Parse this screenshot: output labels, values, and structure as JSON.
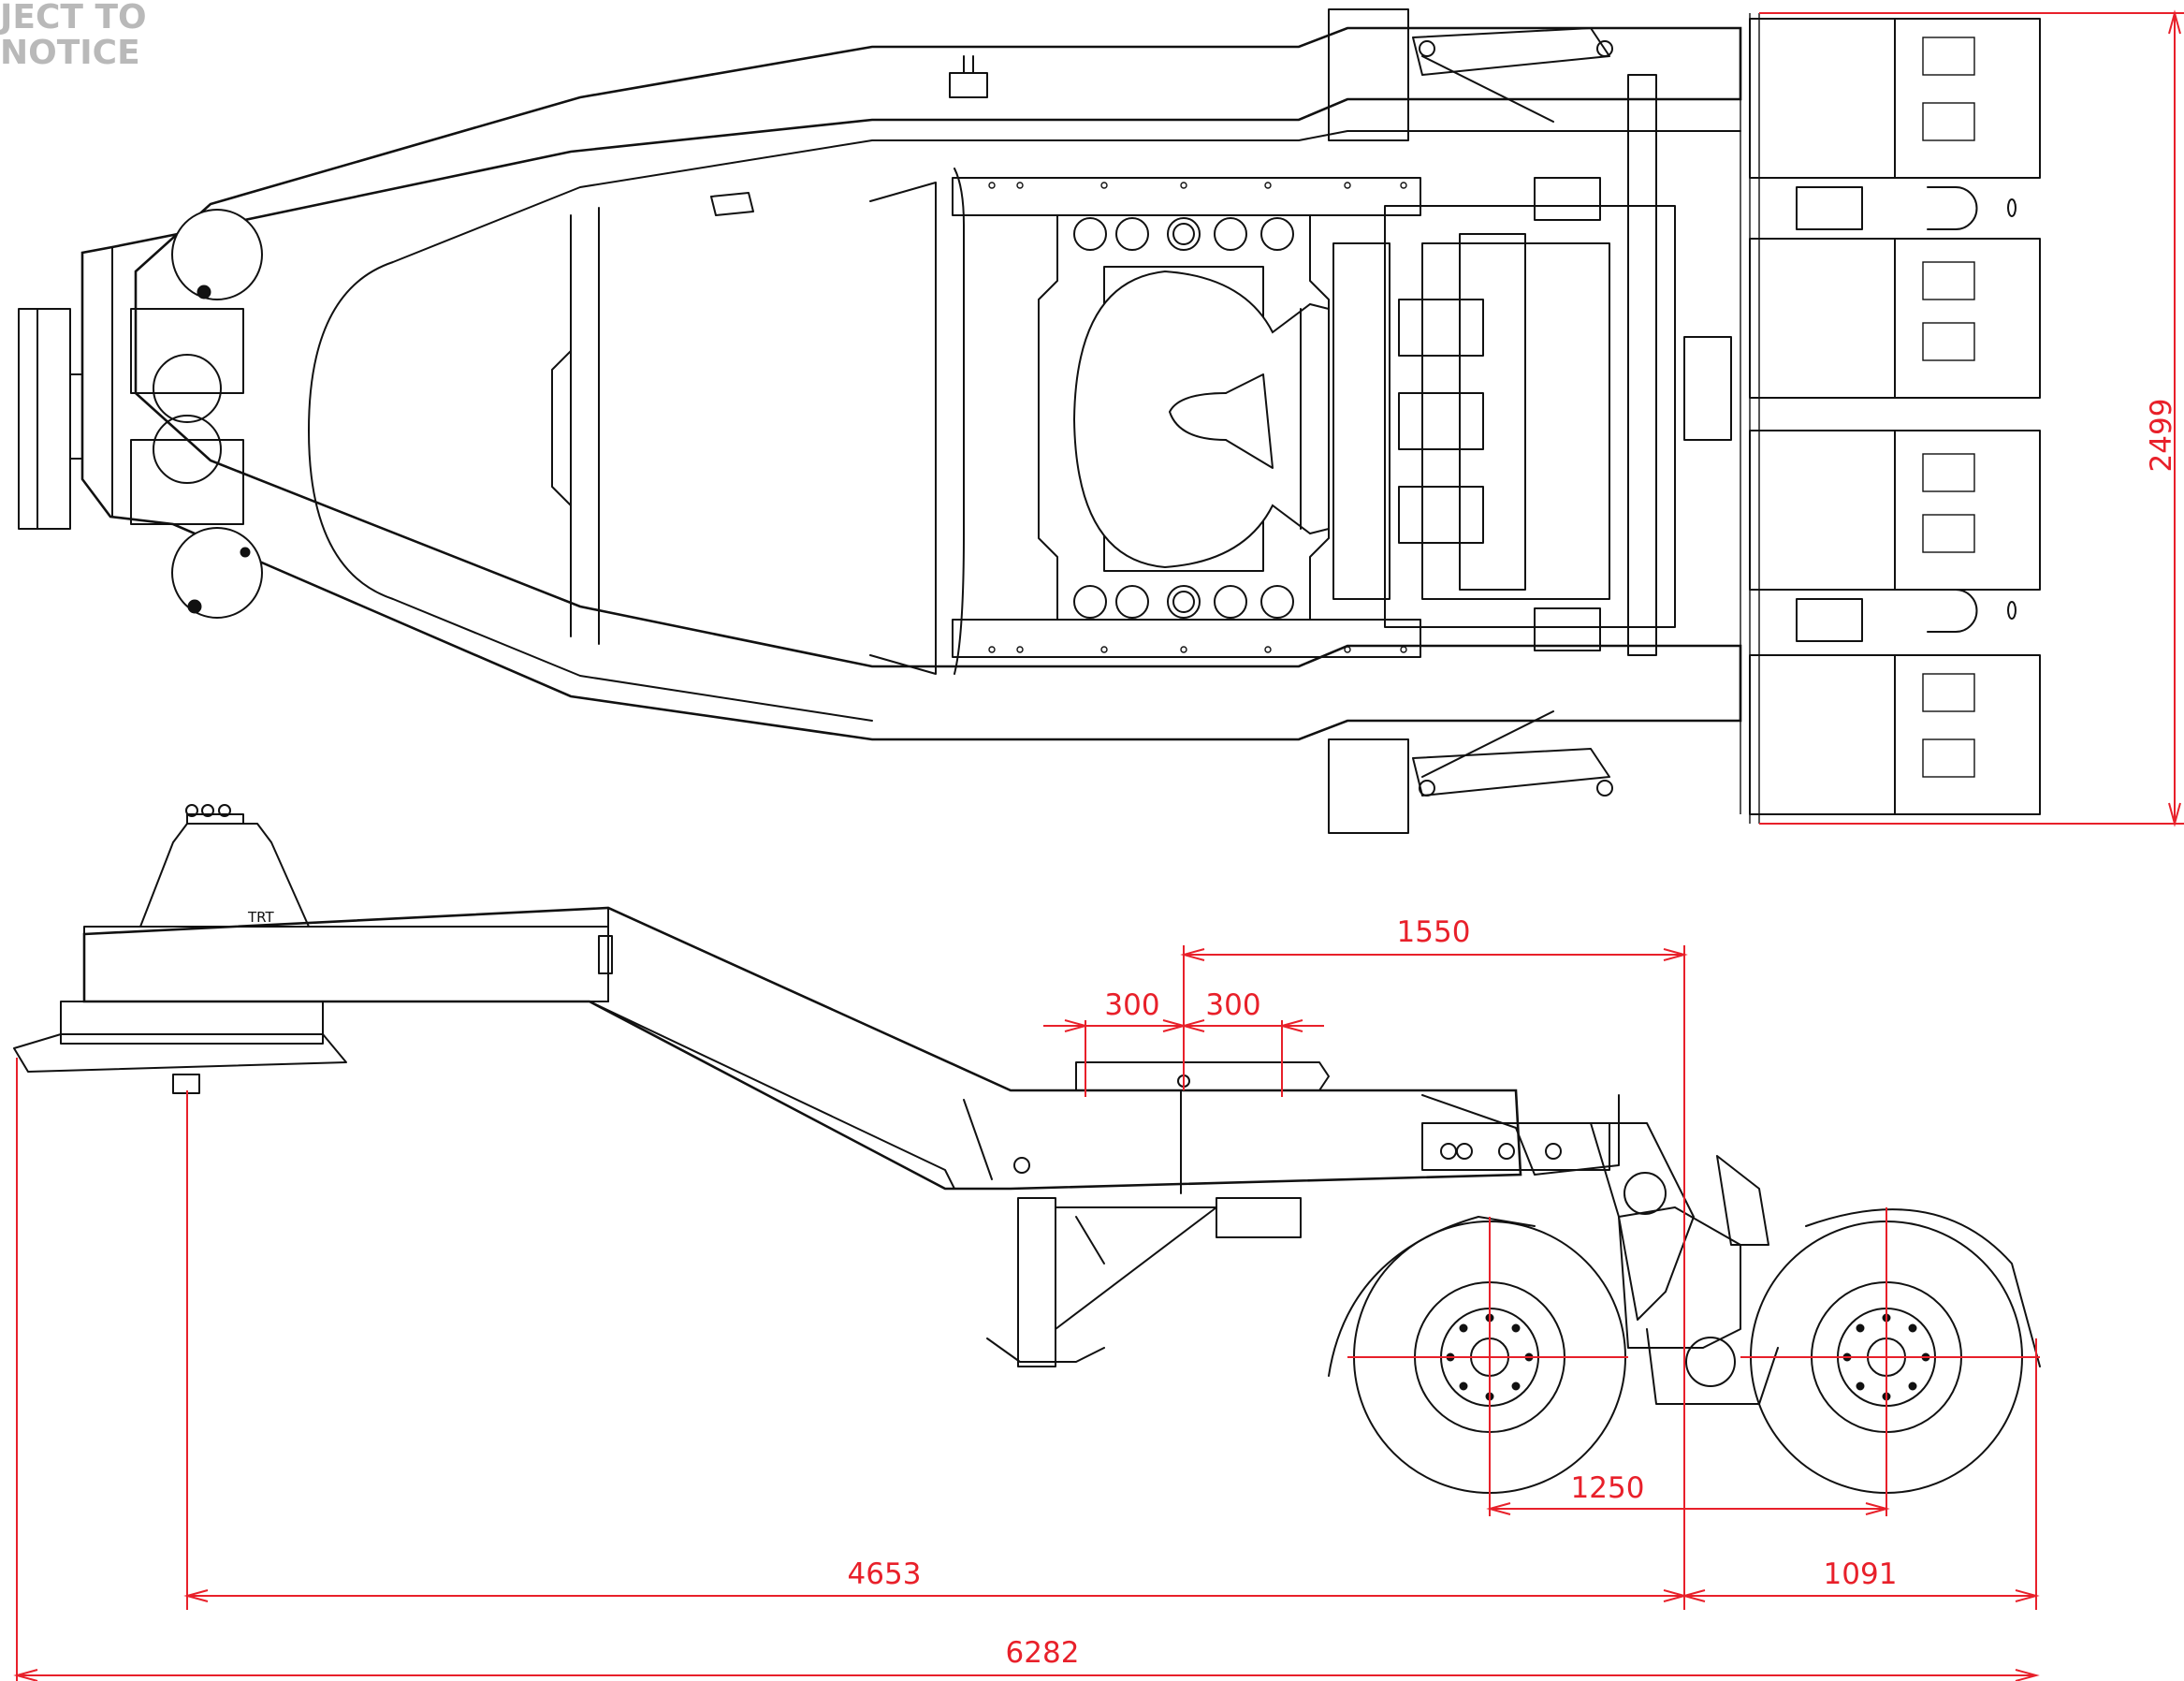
{
  "notice": {
    "line1": "JECT TO",
    "line2": "NOTICE"
  },
  "dimensions": {
    "width_top": "2499",
    "fifth_wheel_offset": "1550",
    "kingpin_left": "300",
    "kingpin_right": "300",
    "axle_spread": "1250",
    "kingpin_to_axle": "4653",
    "axle_to_rear": "1091",
    "overall_length": "6282"
  },
  "logo": {
    "text": "TRT"
  },
  "colors": {
    "dimension": "#e8202a",
    "linework": "#111111",
    "notice": "#b9b9b9"
  }
}
